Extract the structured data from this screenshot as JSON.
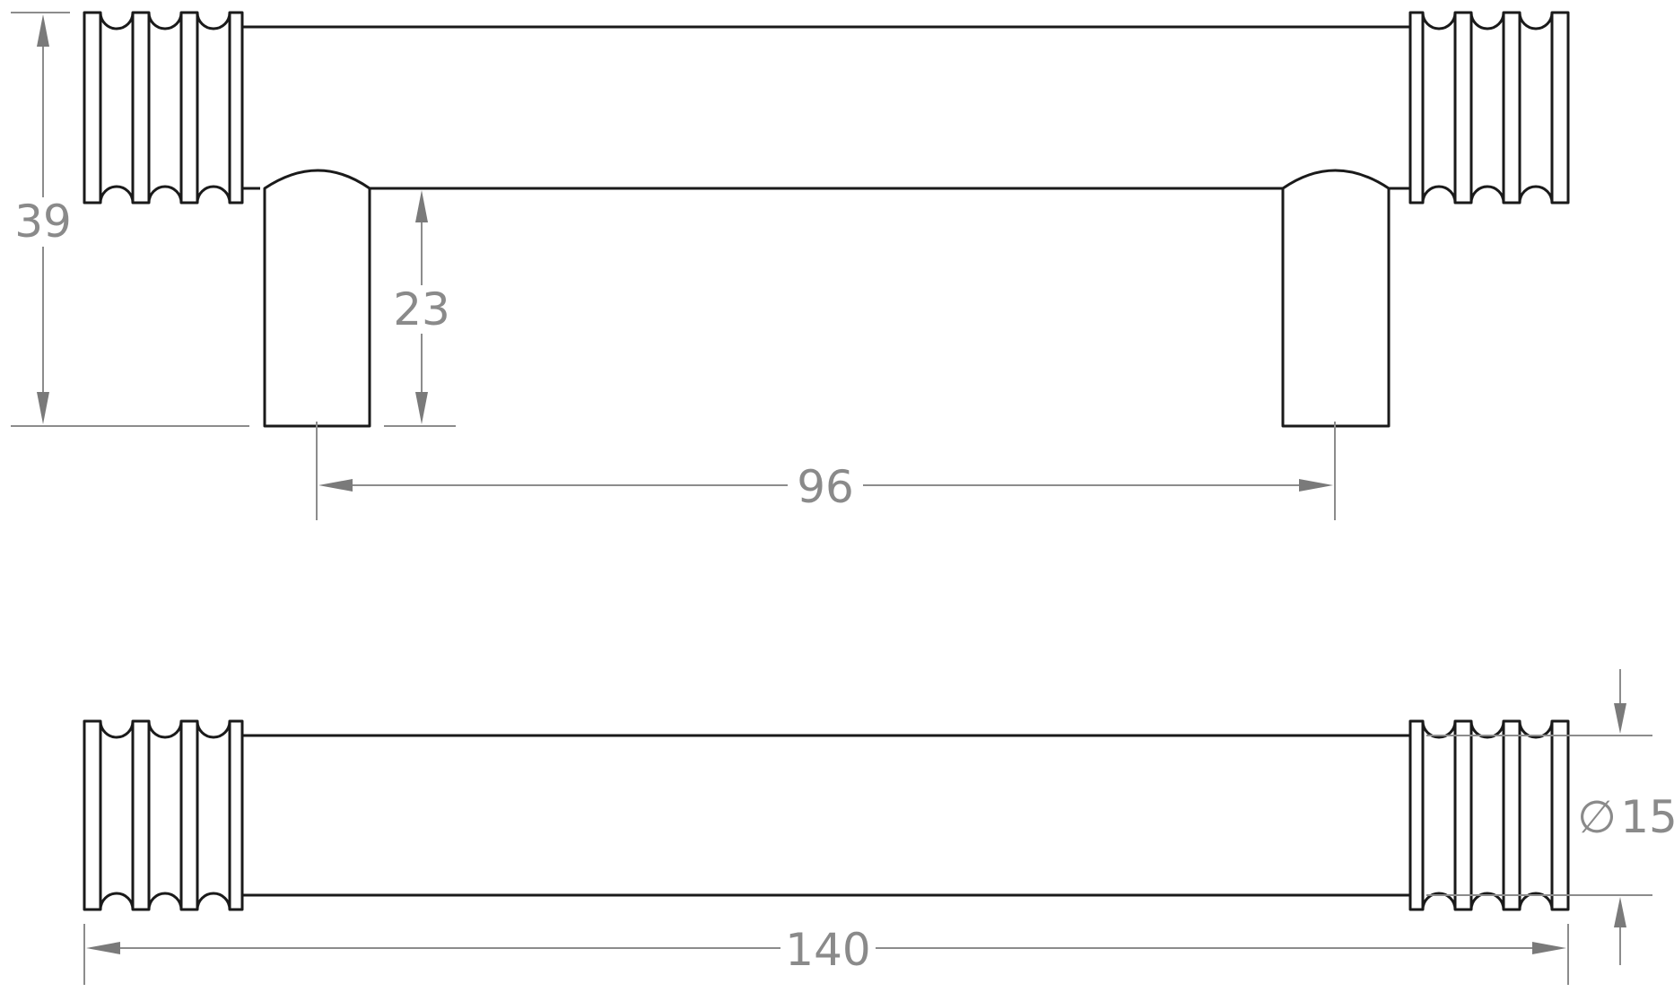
{
  "dimensions": {
    "overall_height": "39",
    "leg_height": "23",
    "center_distance": "96",
    "diameter": "15",
    "diameter_symbol": "∅",
    "overall_length": "140"
  },
  "colors": {
    "outline": "#1a1a1a",
    "dimension": "#8a8a8a",
    "background": "#ffffff"
  }
}
